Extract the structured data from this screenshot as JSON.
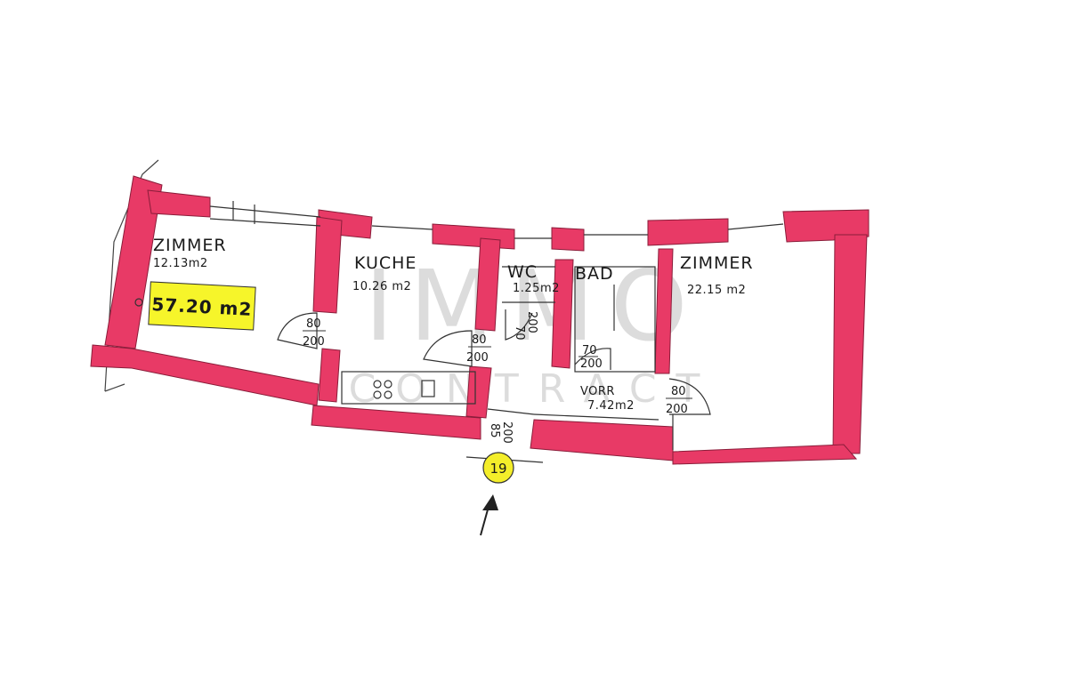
{
  "plan": {
    "total_area": "57.20 m2",
    "entrance_number": "19",
    "rooms": [
      {
        "name": "ZIMMER",
        "area": "12.13m2"
      },
      {
        "name": "KUCHE",
        "area": "10.26 m2"
      },
      {
        "name": "WC",
        "area": "1.25m2"
      },
      {
        "name": "BAD",
        "area": ""
      },
      {
        "name": "ZIMMER",
        "area": "22.15 m2"
      },
      {
        "name": "VORR",
        "area": "7.42m2"
      }
    ],
    "doors": [
      {
        "width": "80",
        "height": "200"
      },
      {
        "width": "80",
        "height": "200"
      },
      {
        "width": "70",
        "height": "200"
      },
      {
        "width": "70",
        "height": "200"
      },
      {
        "width": "80",
        "height": "200"
      },
      {
        "width": "85",
        "height": "200"
      }
    ]
  },
  "watermark": {
    "line1": "IMMO",
    "line2": "CONTRACT"
  },
  "colors": {
    "wall": "#e83a66",
    "wall_dark": "#c42a52",
    "highlight": "#f6f52a",
    "entrance_badge": "#f4ee2a",
    "ink": "#1a1a1a"
  }
}
